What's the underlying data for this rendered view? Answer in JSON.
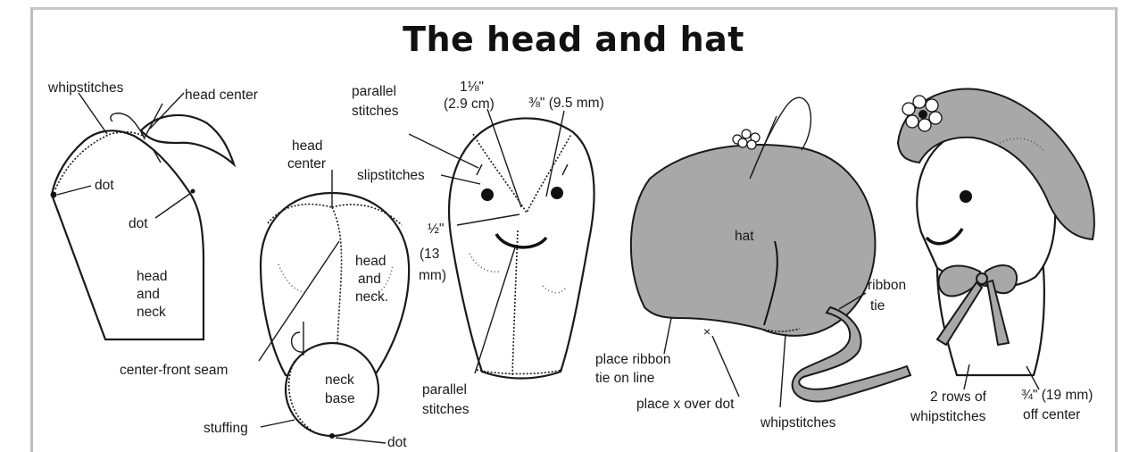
{
  "title": "The head and hat",
  "labels": {
    "whipstitches_1": "whipstitches",
    "head_center_1": "head center",
    "dot_1": "dot",
    "dot_2": "dot",
    "head_and_neck_1_l1": "head",
    "head_and_neck_1_l2": "and",
    "head_and_neck_1_l3": "neck",
    "head_center_2_l1": "head",
    "head_center_2_l2": "center",
    "head_and_neck_2_l1": "head",
    "head_and_neck_2_l2": "and",
    "head_and_neck_2_l3": "neck.",
    "center_front_seam": "center-front seam",
    "neck_base_l1": "neck",
    "neck_base_l2": "base",
    "stuffing": "stuffing",
    "dot_3": "dot",
    "parallel_stitches_1_l1": "parallel",
    "parallel_stitches_1_l2": "stitches",
    "slipstitches": "slipstitches",
    "meas_1_l1": "1⅛\"",
    "meas_1_l2": "(2.9 cm)",
    "meas_2": "⅜\" (9.5 mm)",
    "meas_3_l1": "½\"",
    "meas_3_l2": "(13",
    "meas_3_l3": "mm)",
    "parallel_stitches_2_l1": "parallel",
    "parallel_stitches_2_l2": "stitches",
    "hat": "hat",
    "ribbon_tie_l1": "ribbon",
    "ribbon_tie_l2": "tie",
    "place_ribbon_l1": "place ribbon",
    "place_ribbon_l2": "tie on line",
    "place_x": "place x over dot",
    "whipstitches_2": "whipstitches",
    "rows_l1": "2 rows of",
    "rows_l2": "whipstitches",
    "off_center_l1": "¾\" (19 mm)",
    "off_center_l2": "off center"
  }
}
